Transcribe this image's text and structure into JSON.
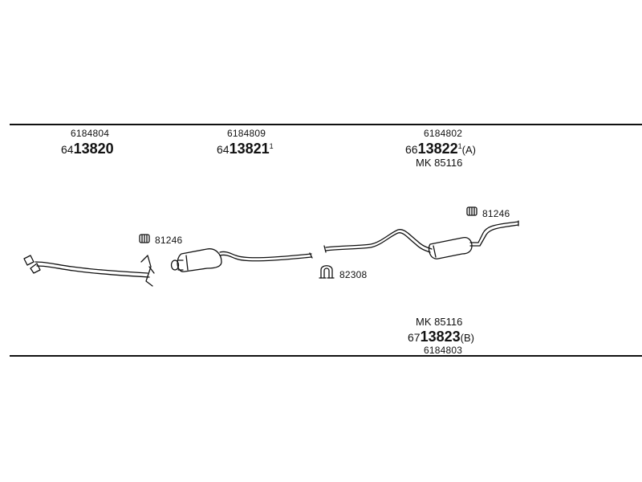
{
  "parts": {
    "front": {
      "ref": "6184804",
      "prefix": "64",
      "number": "13820",
      "sup": "",
      "suffix": ""
    },
    "middle": {
      "ref": "6184809",
      "prefix": "64",
      "number": "13821",
      "sup": "1",
      "suffix": ""
    },
    "rear_a": {
      "ref": "6184802",
      "prefix": "66",
      "number": "13822",
      "sup": "1",
      "suffix": "(A)",
      "kit": "MK  85116"
    },
    "rear_b": {
      "ref": "6184803",
      "prefix": "67",
      "number": "13823",
      "sup": "",
      "suffix": "(B)",
      "kit": "MK  85116"
    }
  },
  "fittings": {
    "rubber_mount_left": "81246",
    "rubber_mount_right": "81246",
    "clamp": "82308"
  },
  "icons": {
    "rubber_mount": "rubber-mount-icon",
    "clamp": "u-clamp-icon"
  }
}
